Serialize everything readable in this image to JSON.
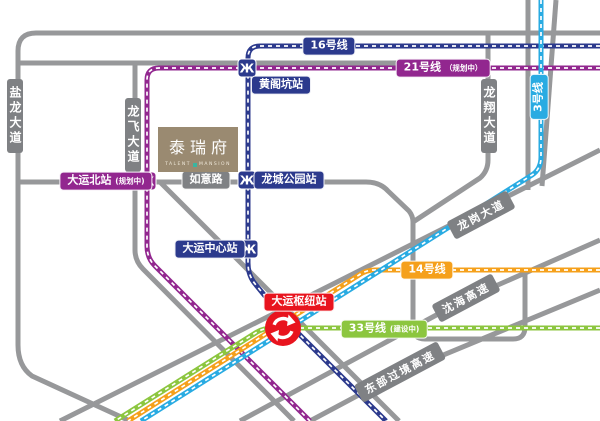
{
  "logo": {
    "name": "泰瑞府",
    "subtitle_left": "TALENT",
    "subtitle_right": "MANSION"
  },
  "lines": {
    "line16": {
      "label": "16号线"
    },
    "line21": {
      "label": "21号线",
      "status": "（规划中）"
    },
    "line3": {
      "label": "3号线"
    },
    "line14": {
      "label": "14号线"
    },
    "line33": {
      "label": "33号线",
      "status": "(建设中)"
    }
  },
  "stations": {
    "huanggekeng": {
      "label": "黄阁坑站"
    },
    "dayunbei": {
      "label": "大运北站",
      "status": "(规划中)"
    },
    "longchenggongyuan": {
      "label": "龙城公园站"
    },
    "dayunzhongxin": {
      "label": "大运中心站"
    },
    "dayunshuniu": {
      "label": "大运枢纽站"
    }
  },
  "roads": {
    "yanlong": {
      "label": "盐龙大道"
    },
    "longfei": {
      "label": "龙飞大道"
    },
    "ruyi": {
      "label": "如意路"
    },
    "longxiang": {
      "label": "龙翔大道"
    },
    "longgang": {
      "label": "龙岗大道"
    },
    "shenhai": {
      "label": "沈海高速"
    },
    "dongbu": {
      "label": "东部过境高速"
    }
  },
  "icons": {
    "metro_glyph": "Ж"
  },
  "colors": {
    "line16": "#2c3a8d",
    "line21": "#92278f",
    "line3": "#29abe2",
    "line14": "#f5a01b",
    "line33": "#8cc63f",
    "road": "#97989a",
    "road_label_bg": "#7f8184",
    "hub_red": "#e8141e",
    "logo_bg": "#9a8a71",
    "logo_accent": "#3ab5a0"
  }
}
